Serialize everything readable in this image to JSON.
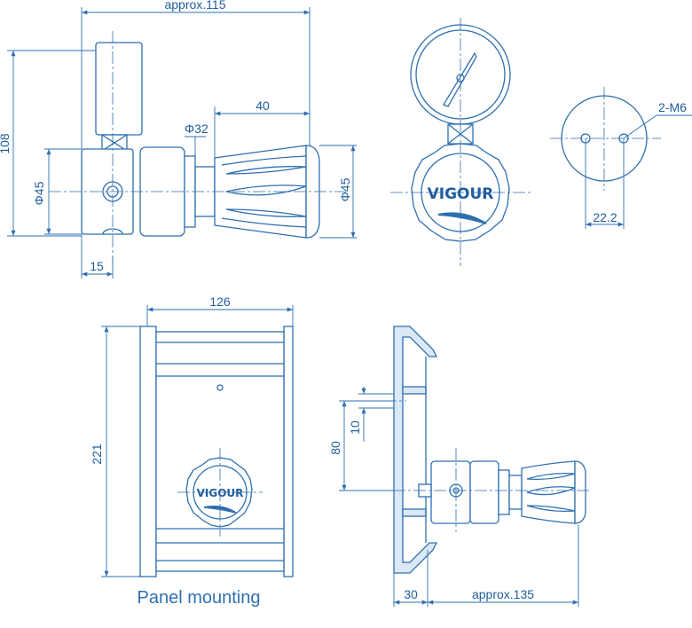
{
  "dimensions": {
    "approx115": "approx.115",
    "d108": "108",
    "d40": "40",
    "phi32": "Φ32",
    "phi45_left": "Φ45",
    "phi45_right": "Φ45",
    "d15": "15",
    "m6": "2-M6",
    "d22_2": "22.2",
    "d126": "126",
    "d221": "221",
    "d80": "80",
    "d10": "10",
    "d30": "30",
    "approx135": "approx.135"
  },
  "logo": {
    "top": "VIGOUR",
    "panel": "VIGOUR"
  },
  "caption": "Panel mounting",
  "colors": {
    "line": "#2f6fb0",
    "text": "#1f5c9c",
    "fill": "#dbe9f7"
  }
}
